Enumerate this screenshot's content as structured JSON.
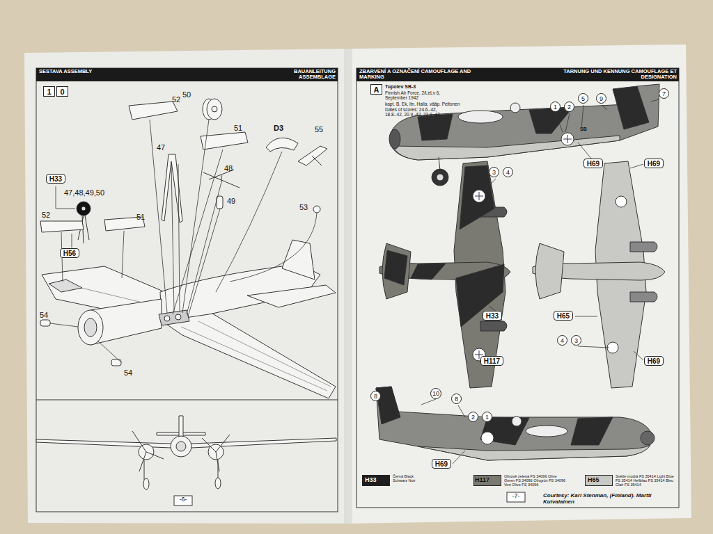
{
  "diagram": {
    "nodes": [
      {
        "text": [
          "1"
        ]
      },
      {
        "text": [
          "0"
        ]
      },
      {
        "text": [
          "H33"
        ]
      },
      {
        "text": [
          "H56"
        ]
      },
      {
        "text": [
          "A"
        ]
      },
      {
        "text": [
          "1"
        ]
      },
      {
        "text": [
          "2"
        ]
      },
      {
        "text": [
          "5"
        ]
      },
      {
        "text": [
          "9"
        ]
      },
      {
        "text": [
          "7"
        ]
      },
      {
        "text": [
          "H69"
        ]
      },
      {
        "text": [
          "H69"
        ]
      },
      {
        "text": [
          "3"
        ]
      },
      {
        "text": [
          "4"
        ]
      },
      {
        "text": [
          "H33"
        ]
      },
      {
        "text": [
          "H65"
        ]
      },
      {
        "text": [
          "4"
        ]
      },
      {
        "text": [
          "3"
        ]
      },
      {
        "text": [
          "H117"
        ]
      },
      {
        "text": [
          "H69"
        ]
      },
      {
        "text": [
          "8"
        ]
      },
      {
        "text": [
          "10"
        ]
      },
      {
        "text": [
          "8"
        ]
      },
      {
        "text": [
          "2"
        ]
      },
      {
        "text": [
          "1"
        ]
      },
      {
        "text": [
          "H69"
        ]
      }
    ],
    "labels": [
      "SESTAVA ASSEMBLY",
      "BAUANLEITUNG ASSEMBLAGE",
      "52",
      "50",
      "51",
      "D3",
      "55",
      "47",
      "48",
      "49",
      "53",
      "47,48,49,50",
      "52",
      "51",
      "54",
      "54",
      "-6-",
      "ZBARVENÍ A OZNAČENÍ CAMOUFLAGE AND MARKING",
      "TARNUNG UND KENNUNG CAMOUFLAGE ET DESIGNATION",
      "Tupolev SB-3",
      "Finnish Air Force, 2/LeLv 6, September 1942",
      "kapt. B. Ek, ltn. Halla, vääp. Peltonen",
      "Dates of scores: 24.6.-42, 18.8.-42, 20.9.-42, 22.9.-42.",
      "SB",
      "H33",
      "H117",
      "H65",
      "-7-",
      "Courtesy: Kari Stenman, (Finland). Martti Kuivalainen"
    ],
    "legend": [
      {
        "text": "Černá Black Schwarz Noir",
        "color": "#1e1e1e"
      },
      {
        "text": "Olivově zelená FS 34096 Olive Green FS 34096 Olivgrün FS 34096 Vert Olive FS 34096",
        "color": "#7a7a72"
      },
      {
        "text": "Světle modrá FS 35414 Light Blue FS 35414 Hellblau FS 35414 Bleu Clair FS 35414",
        "color": "#c9c9c6"
      }
    ]
  }
}
